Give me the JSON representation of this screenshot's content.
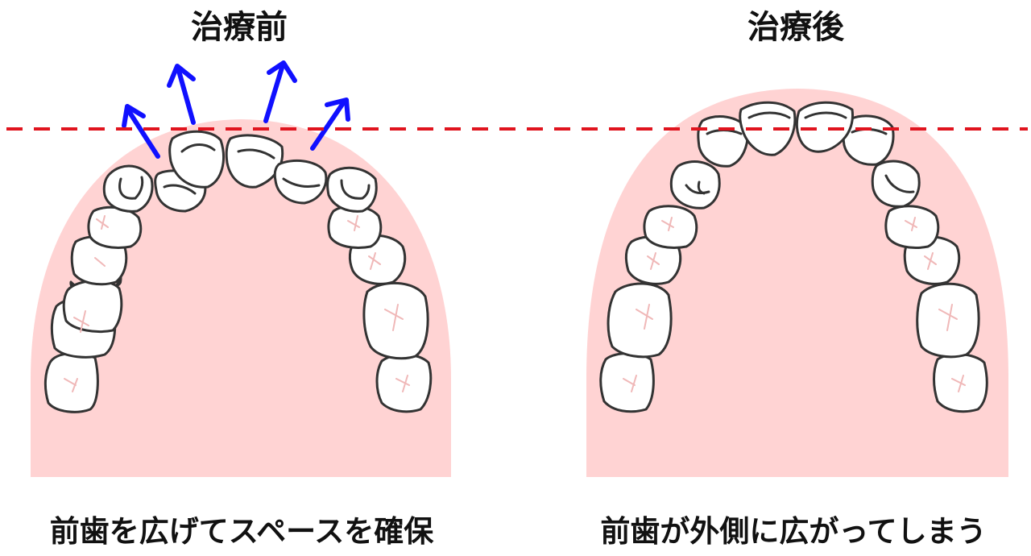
{
  "panels": {
    "before": {
      "title": "治療前",
      "caption": "前歯を広げてスペースを確保"
    },
    "after": {
      "title": "治療後",
      "caption": "前歯が外側に広がってしまう"
    }
  },
  "colors": {
    "gum": "#ffd3d3",
    "arrow": "#1010ff",
    "reference_line": "#e0141e",
    "tooth_fill": "#ffffff",
    "tooth_outline": "#333333",
    "groove": "#f0b8b8"
  },
  "arrow_count": 4
}
